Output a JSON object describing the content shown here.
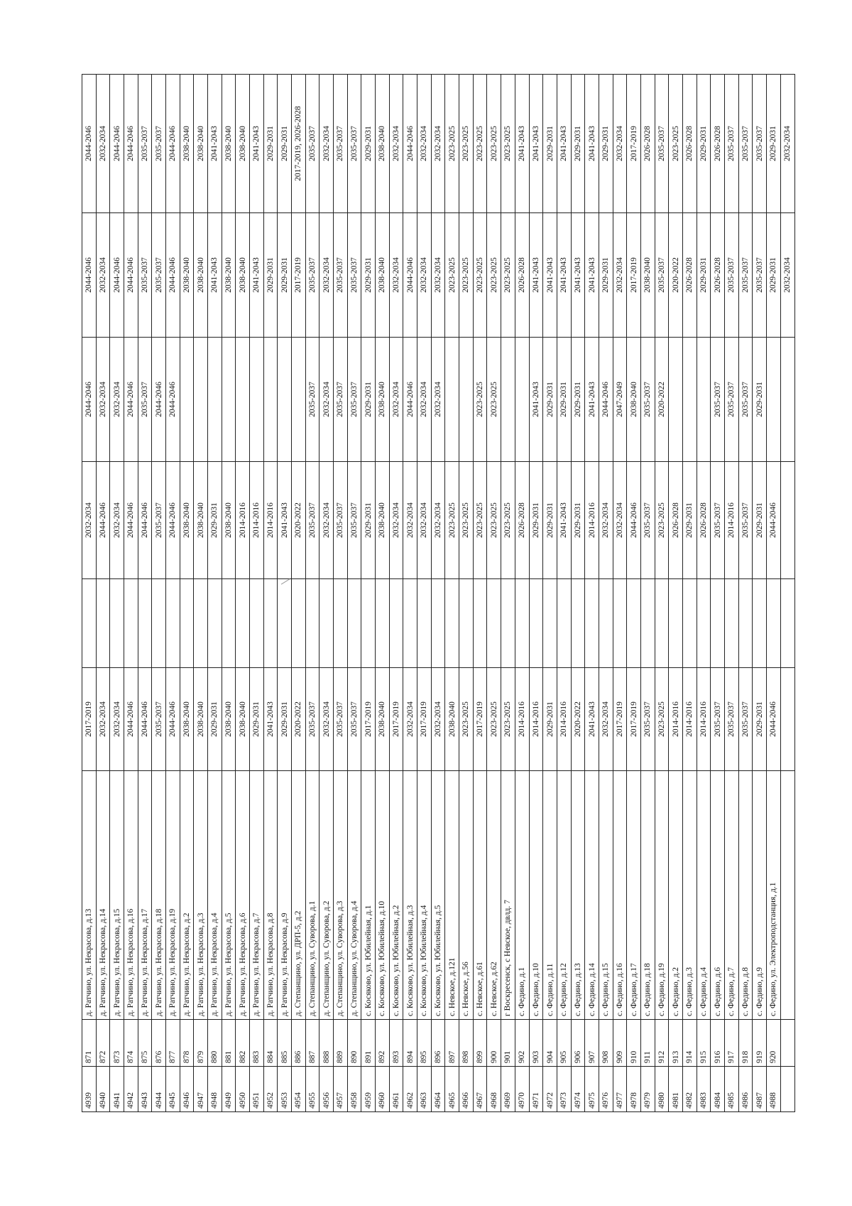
{
  "rows": [
    [
      "4939",
      "871",
      "д. Ратчино, ул. Некрасова, д.13",
      "2017-2019",
      "",
      "2032-2034",
      "2044-2046",
      "2044-2046",
      "2044-2046"
    ],
    [
      "4940",
      "872",
      "д. Ратчино, ул. Некрасова, д.14",
      "2032-2034",
      "",
      "2044-2046",
      "2032-2034",
      "2032-2034",
      "2032-2034"
    ],
    [
      "4941",
      "873",
      "д. Ратчино, ул. Некрасова, д.15",
      "2032-2034",
      "",
      "2032-2034",
      "2032-2034",
      "2044-2046",
      "2044-2046"
    ],
    [
      "4942",
      "874",
      "д. Ратчино, ул. Некрасова, д.16",
      "2044-2046",
      "",
      "2044-2046",
      "2044-2046",
      "2044-2046",
      "2044-2046"
    ],
    [
      "4943",
      "875",
      "д. Ратчино, ул. Некрасова, д.17",
      "2044-2046",
      "",
      "2044-2046",
      "2035-2037",
      "2035-2037",
      "2035-2037"
    ],
    [
      "4944",
      "876",
      "д. Ратчино, ул. Некрасова, д.18",
      "2035-2037",
      "",
      "2035-2037",
      "2044-2046",
      "2035-2037",
      "2035-2037"
    ],
    [
      "4945",
      "877",
      "д. Ратчино, ул. Некрасова, д.19",
      "2044-2046",
      "",
      "2044-2046",
      "2044-2046",
      "2044-2046",
      "2044-2046"
    ],
    [
      "4946",
      "878",
      "д. Ратчино, ул. Некрасова, д.2",
      "2038-2040",
      "",
      "2038-2040",
      "",
      "2038-2040",
      "2038-2040"
    ],
    [
      "4947",
      "879",
      "д. Ратчино, ул. Некрасова, д.3",
      "2038-2040",
      "",
      "2038-2040",
      "",
      "2038-2040",
      "2038-2040"
    ],
    [
      "4948",
      "880",
      "д. Ратчино, ул. Некрасова, д.4",
      "2029-2031",
      "",
      "2029-2031",
      "",
      "2041-2043",
      "2041-2043"
    ],
    [
      "4949",
      "881",
      "д. Ратчино, ул. Некрасова, д.5",
      "2038-2040",
      "",
      "2038-2040",
      "",
      "2038-2040",
      "2038-2040"
    ],
    [
      "4950",
      "882",
      "д. Ратчино, ул. Некрасова, д.6",
      "2038-2040",
      "",
      "2014-2016",
      "",
      "2038-2040",
      "2038-2040"
    ],
    [
      "4951",
      "883",
      "д. Ратчино, ул. Некрасова, д.7",
      "2029-2031",
      "",
      "2014-2016",
      "",
      "2041-2043",
      "2041-2043"
    ],
    [
      "4952",
      "884",
      "д. Ратчино, ул. Некрасова, д.8",
      "2041-2043",
      "",
      "2014-2016",
      "",
      "2029-2031",
      "2029-2031"
    ],
    [
      "4953",
      "885",
      "д. Ратчино, ул. Некрасова, д.9",
      "2029-2031",
      "",
      "2041-2043",
      "",
      "2029-2031",
      "2029-2031"
    ],
    [
      "4954",
      "886",
      "д. Степанщино, ул. ДРП-5, д.2",
      "2020-2022",
      "",
      "2020-2022",
      "",
      "2017-2019",
      "2017-2019, 2026-2028"
    ],
    [
      "4955",
      "887",
      "д. Степанщино, ул. Суворова, д.1",
      "2035-2037",
      "",
      "2035-2037",
      "2035-2037",
      "2035-2037",
      "2035-2037"
    ],
    [
      "4956",
      "888",
      "д. Степанщино, ул. Суворова, д.2",
      "2032-2034",
      "",
      "2032-2034",
      "2032-2034",
      "2032-2034",
      "2032-2034"
    ],
    [
      "4957",
      "889",
      "д. Степанщино, ул. Суворова, д.3",
      "2035-2037",
      "",
      "2035-2037",
      "2035-2037",
      "2035-2037",
      "2035-2037"
    ],
    [
      "4958",
      "890",
      "д. Степанщино, ул. Суворова, д.4",
      "2035-2037",
      "",
      "2035-2037",
      "2035-2037",
      "2035-2037",
      "2035-2037"
    ],
    [
      "4959",
      "891",
      "с. Косяково, ул. Юбилейная, д.1",
      "2017-2019",
      "",
      "2029-2031",
      "2029-2031",
      "2029-2031",
      "2029-2031"
    ],
    [
      "4960",
      "892",
      "с. Косяково, ул. Юбилейная, д.10",
      "2038-2040",
      "",
      "2038-2040",
      "2038-2040",
      "2038-2040",
      "2038-2040"
    ],
    [
      "4961",
      "893",
      "с. Косяково, ул. Юбилейная, д.2",
      "2017-2019",
      "",
      "2032-2034",
      "2032-2034",
      "2032-2034",
      "2032-2034"
    ],
    [
      "4962",
      "894",
      "с. Косяково, ул. Юбилейная, д.3",
      "2032-2034",
      "",
      "2032-2034",
      "2044-2046",
      "2044-2046",
      "2044-2046"
    ],
    [
      "4963",
      "895",
      "с. Косяково, ул. Юбилейная, д.4",
      "2017-2019",
      "",
      "2032-2034",
      "2032-2034",
      "2032-2034",
      "2032-2034"
    ],
    [
      "4964",
      "896",
      "с. Косяково, ул. Юбилейная, д.5",
      "2032-2034",
      "",
      "2032-2034",
      "2032-2034",
      "2032-2034",
      "2032-2034"
    ],
    [
      "4965",
      "897",
      "с. Невское, д.121",
      "2038-2040",
      "",
      "2023-2025",
      "",
      "2023-2025",
      "2023-2025"
    ],
    [
      "4966",
      "898",
      "с. Невское, д.56",
      "2023-2025",
      "",
      "2023-2025",
      "",
      "2023-2025",
      "2023-2025"
    ],
    [
      "4967",
      "899",
      "с. Невское, д.61",
      "2017-2019",
      "",
      "2023-2025",
      "2023-2025",
      "2023-2025",
      "2023-2025"
    ],
    [
      "4968",
      "900",
      "с. Невское, д.62",
      "2023-2025",
      "",
      "2023-2025",
      "2023-2025",
      "2023-2025",
      "2023-2025"
    ],
    [
      "4969",
      "901",
      "г Воскресенск, с Невское, двлд. 7",
      "2023-2025",
      "",
      "2023-2025",
      "",
      "2023-2025",
      "2023-2025"
    ],
    [
      "4970",
      "902",
      "с. Федино, д.1",
      "2014-2016",
      "",
      "2026-2028",
      "",
      "2026-2028",
      "2041-2043"
    ],
    [
      "4971",
      "903",
      "с. Федино, д.10",
      "2014-2016",
      "",
      "2029-2031",
      "2041-2043",
      "2041-2043",
      "2041-2043"
    ],
    [
      "4972",
      "904",
      "с. Федино, д.11",
      "2029-2031",
      "",
      "2029-2031",
      "2029-2031",
      "2041-2043",
      "2029-2031"
    ],
    [
      "4973",
      "905",
      "с. Федино, д.12",
      "2014-2016",
      "",
      "2041-2043",
      "2029-2031",
      "2041-2043",
      "2041-2043"
    ],
    [
      "4974",
      "906",
      "с. Федино, д.13",
      "2020-2022",
      "",
      "2029-2031",
      "2029-2031",
      "2041-2043",
      "2029-2031"
    ],
    [
      "4975",
      "907",
      "с. Федино, д.14",
      "2041-2043",
      "",
      "2014-2016",
      "2041-2043",
      "2041-2043",
      "2041-2043"
    ],
    [
      "4976",
      "908",
      "с. Федино, д.15",
      "2032-2034",
      "",
      "2032-2034",
      "2044-2046",
      "2029-2031",
      "2029-2031"
    ],
    [
      "4977",
      "909",
      "с. Федино, д.16",
      "2017-2019",
      "",
      "2032-2034",
      "2047-2049",
      "2032-2034",
      "2032-2034"
    ],
    [
      "4978",
      "910",
      "с. Федино, д.17",
      "2017-2019",
      "",
      "2044-2046",
      "2038-2040",
      "2017-2019",
      "2017-2019"
    ],
    [
      "4979",
      "911",
      "с. Федино, д.18",
      "2035-2037",
      "",
      "2035-2037",
      "2035-2037",
      "2038-2040",
      "2026-2028"
    ],
    [
      "4980",
      "912",
      "с. Федино, д.19",
      "2023-2025",
      "",
      "2023-2025",
      "2020-2022",
      "2035-2037",
      "2035-2037"
    ],
    [
      "4981",
      "913",
      "с. Федино, д.2",
      "2014-2016",
      "",
      "2026-2028",
      "",
      "2020-2022",
      "2023-2025"
    ],
    [
      "4982",
      "914",
      "с. Федино, д.3",
      "2014-2016",
      "",
      "2029-2031",
      "",
      "2026-2028",
      "2026-2028"
    ],
    [
      "4983",
      "915",
      "с. Федино, д.4",
      "2014-2016",
      "",
      "2026-2028",
      "",
      "2029-2031",
      "2029-2031"
    ],
    [
      "4984",
      "916",
      "с. Федино, д.6",
      "2035-2037",
      "",
      "2035-2037",
      "2035-2037",
      "2026-2028",
      "2026-2028"
    ],
    [
      "4985",
      "917",
      "с. Федино, д.7",
      "2035-2037",
      "",
      "2014-2016",
      "2035-2037",
      "2035-2037",
      "2035-2037"
    ],
    [
      "4986",
      "918",
      "с. Федино, д.8",
      "2035-2037",
      "",
      "2035-2037",
      "2035-2037",
      "2035-2037",
      "2035-2037"
    ],
    [
      "4987",
      "919",
      "с. Федино, д.9",
      "2029-2031",
      "",
      "2029-2031",
      "2029-2031",
      "2035-2037",
      "2035-2037"
    ],
    [
      "4988",
      "920",
      "с. Федино, ул. Электроподстанция, д.1",
      "2044-2046",
      "",
      "2044-2046",
      "",
      "2029-2031",
      "2029-2031"
    ],
    [
      "",
      "",
      "",
      "",
      "",
      "",
      "",
      "2032-2034",
      "2032-2034"
    ]
  ]
}
